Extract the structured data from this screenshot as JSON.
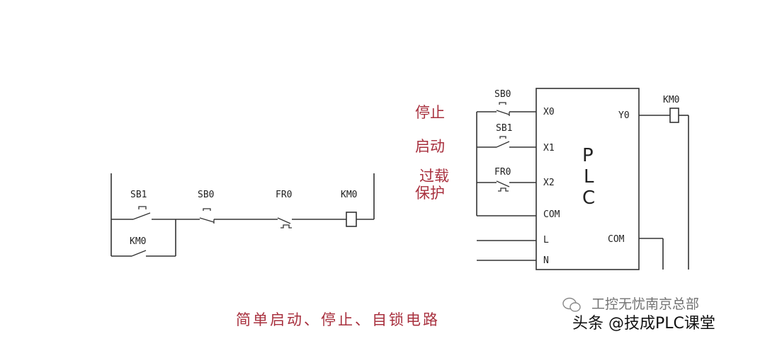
{
  "left_circuit": {
    "sb1": "SB1",
    "sb0": "SB0",
    "fr0": "FR0",
    "km0": "KM0",
    "km0_hold": "KM0"
  },
  "plc": {
    "title_p": "P",
    "title_l": "L",
    "title_c": "C",
    "inputs": [
      "X0",
      "X1",
      "X2",
      "COM",
      "L",
      "N"
    ],
    "output_y0": "Y0",
    "output_com": "COM",
    "coil": "KM0",
    "sw_sb0": "SB0",
    "sw_sb1": "SB1",
    "sw_fr0": "FR0"
  },
  "input_labels": {
    "stop": "停止",
    "start": "启动",
    "overload_1": "过载",
    "overload_2": "保护"
  },
  "caption": "简单启动、停止、自锁电路",
  "watermark": {
    "top": "工控无忧南京总部",
    "bottom": "头条 @技成PLC课堂"
  }
}
